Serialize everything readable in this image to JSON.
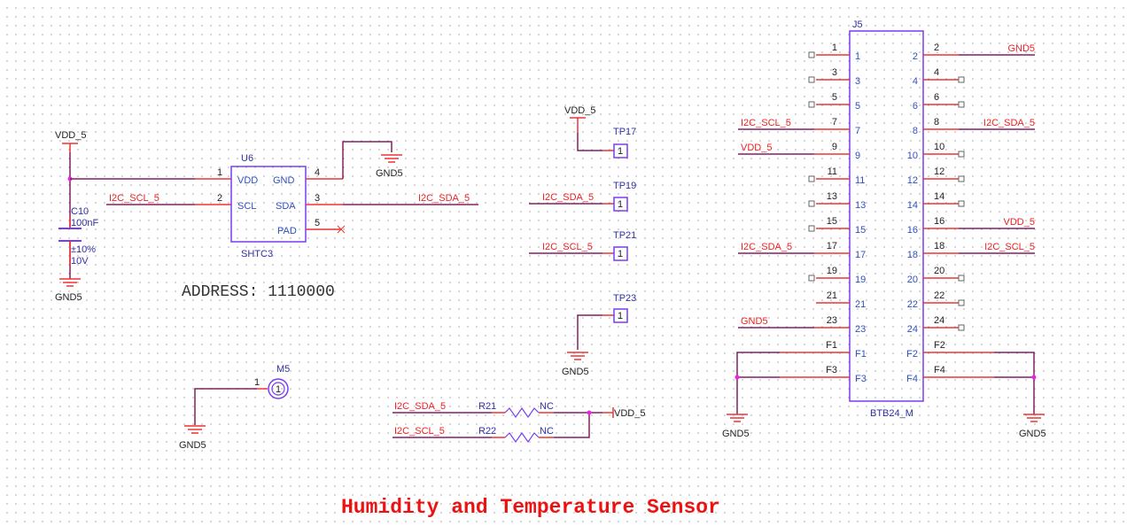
{
  "title": "Humidity and Temperature Sensor",
  "note": "ADDRESS: 1110000",
  "colors": {
    "wire": "#802060",
    "pin": "#ee3333",
    "part": "#7a3cf0",
    "net_label": "#ee2222",
    "junction": "#ee22ee",
    "title": "#ee1111"
  },
  "nets": {
    "vdd": "VDD_5",
    "gnd": "GND5",
    "scl": "I2C_SCL_5",
    "sda": "I2C_SDA_5"
  },
  "c10": {
    "ref": "C10",
    "value": "100nF",
    "tolerance": "±10%",
    "voltage": "10V"
  },
  "u6": {
    "ref": "U6",
    "part": "SHTC3",
    "pins": [
      {
        "num": "1",
        "name": "VDD"
      },
      {
        "num": "2",
        "name": "SCL"
      },
      {
        "num": "4",
        "name": "GND"
      },
      {
        "num": "3",
        "name": "SDA"
      },
      {
        "num": "5",
        "name": "PAD"
      }
    ]
  },
  "testpoints": [
    {
      "ref": "TP17",
      "pin": "1",
      "net": "VDD_5"
    },
    {
      "ref": "TP19",
      "pin": "1",
      "net": "I2C_SDA_5"
    },
    {
      "ref": "TP21",
      "pin": "1",
      "net": "I2C_SCL_5"
    },
    {
      "ref": "TP23",
      "pin": "1",
      "net": "GND5"
    }
  ],
  "m5": {
    "ref": "M5",
    "pin": "1",
    "net": "GND5"
  },
  "pullups": [
    {
      "ref": "R21",
      "value": "NC",
      "net": "I2C_SDA_5"
    },
    {
      "ref": "R22",
      "value": "NC",
      "net": "I2C_SCL_5"
    }
  ],
  "pullup_net": "VDD_5",
  "j5": {
    "ref": "J5",
    "part": "BTB24_M",
    "left_pins": [
      {
        "num": "1",
        "net": ""
      },
      {
        "num": "3",
        "net": ""
      },
      {
        "num": "5",
        "net": ""
      },
      {
        "num": "7",
        "net": "I2C_SCL_5"
      },
      {
        "num": "9",
        "net": "VDD_5"
      },
      {
        "num": "11",
        "net": ""
      },
      {
        "num": "13",
        "net": ""
      },
      {
        "num": "15",
        "net": ""
      },
      {
        "num": "17",
        "net": "I2C_SDA_5"
      },
      {
        "num": "19",
        "net": ""
      },
      {
        "num": "21",
        "net": "-"
      },
      {
        "num": "23",
        "net": "GND5"
      },
      {
        "num": "F1",
        "net": "GND5"
      },
      {
        "num": "F3",
        "net": "GND5"
      }
    ],
    "right_pins": [
      {
        "num": "2",
        "net": "GND5"
      },
      {
        "num": "4",
        "net": ""
      },
      {
        "num": "6",
        "net": ""
      },
      {
        "num": "8",
        "net": "I2C_SDA_5"
      },
      {
        "num": "10",
        "net": ""
      },
      {
        "num": "12",
        "net": ""
      },
      {
        "num": "14",
        "net": ""
      },
      {
        "num": "16",
        "net": "VDD_5"
      },
      {
        "num": "18",
        "net": "I2C_SCL_5"
      },
      {
        "num": "20",
        "net": ""
      },
      {
        "num": "22",
        "net": ""
      },
      {
        "num": "24",
        "net": ""
      },
      {
        "num": "F2",
        "net": "GND5"
      },
      {
        "num": "F4",
        "net": "GND5"
      }
    ]
  }
}
